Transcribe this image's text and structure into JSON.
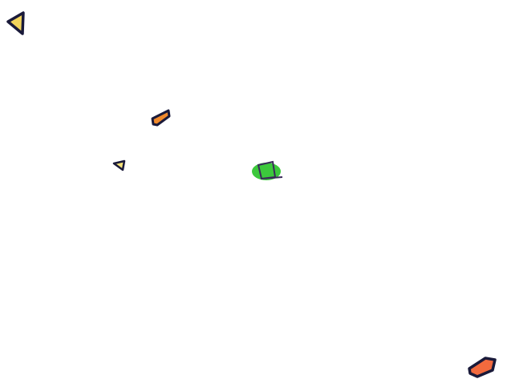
{
  "scene": {
    "background": "#ffffff",
    "outline_color": "#1a1a3a",
    "objects": [
      {
        "name": "yellow-triangle-large",
        "kind": "triangle",
        "fill": "#f2d45c"
      },
      {
        "name": "orange-block",
        "kind": "block",
        "fill": "#f08a2c"
      },
      {
        "name": "yellow-triangle-small",
        "kind": "triangle",
        "fill": "#f5e27a"
      },
      {
        "name": "green-square-player",
        "kind": "square",
        "fill": "#3cc83c"
      },
      {
        "name": "red-orange-block",
        "kind": "block",
        "fill": "#f26a3e"
      }
    ]
  }
}
